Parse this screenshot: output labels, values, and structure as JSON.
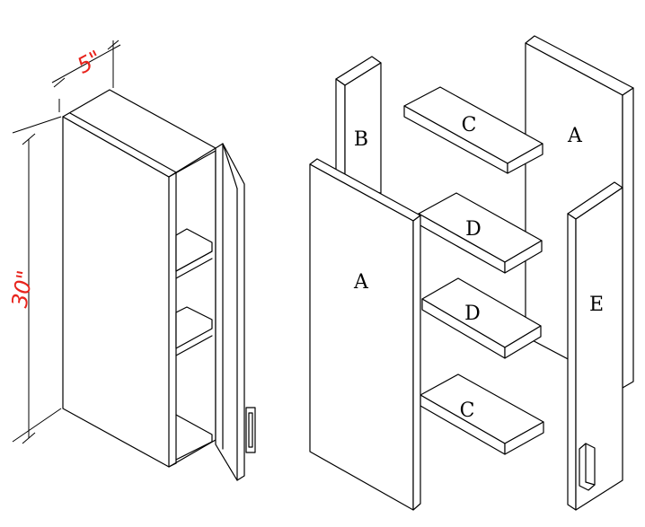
{
  "dimensions": {
    "depth": "5\"",
    "height": "30\"",
    "color": "#e8231c"
  },
  "parts": {
    "a_left": "A",
    "a_back": "A",
    "b": "B",
    "c_top": "C",
    "c_bottom": "C",
    "d_upper": "D",
    "d_lower": "D",
    "e": "E"
  }
}
